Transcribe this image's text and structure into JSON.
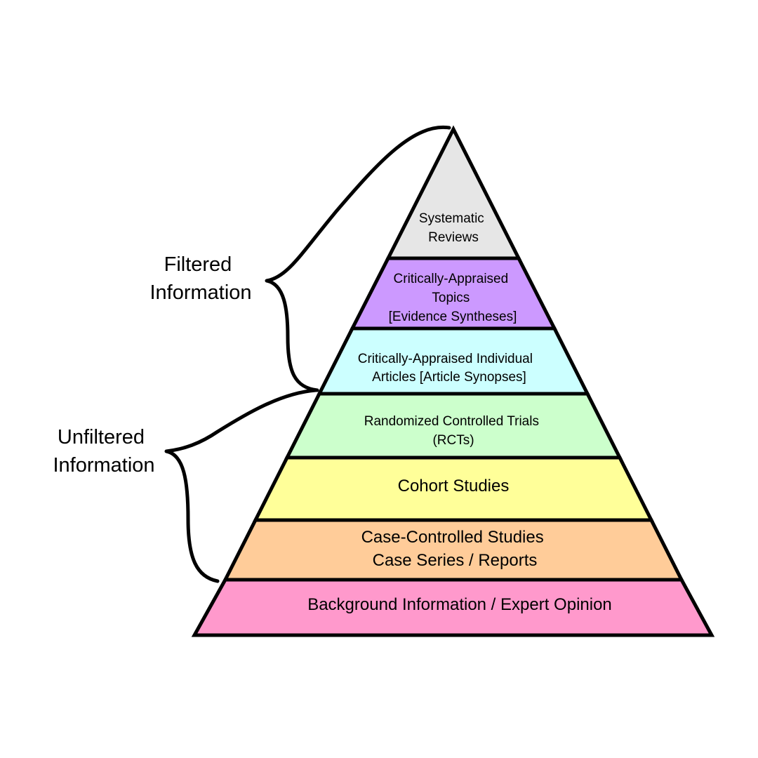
{
  "pyramid": {
    "tiers": [
      {
        "id": "systematic-reviews",
        "lines": [
          "Systematic",
          "Reviews"
        ],
        "color": "#e6e6e6"
      },
      {
        "id": "critically-appraised-topics",
        "lines": [
          "Critically-Appraised",
          "Topics",
          "[Evidence Syntheses]"
        ],
        "color": "#cc99ff"
      },
      {
        "id": "critically-appraised-articles",
        "lines": [
          "Critically-Appraised Individual",
          "Articles [Article Synopses]"
        ],
        "color": "#ccffff"
      },
      {
        "id": "rcts",
        "lines": [
          "Randomized Controlled Trials",
          "(RCTs)"
        ],
        "color": "#ccffcc"
      },
      {
        "id": "cohort-studies",
        "lines": [
          "Cohort Studies"
        ],
        "color": "#ffff99"
      },
      {
        "id": "case-controlled",
        "lines": [
          "Case-Controlled Studies",
          "Case Series / Reports"
        ],
        "color": "#ffcc99"
      },
      {
        "id": "background-information",
        "lines": [
          "Background Information / Expert Opinion"
        ],
        "color": "#ff99cc"
      }
    ]
  },
  "brackets": {
    "filtered": {
      "lines": [
        "Filtered",
        "Information"
      ]
    },
    "unfiltered": {
      "lines": [
        "Unfiltered",
        "Information"
      ]
    }
  }
}
